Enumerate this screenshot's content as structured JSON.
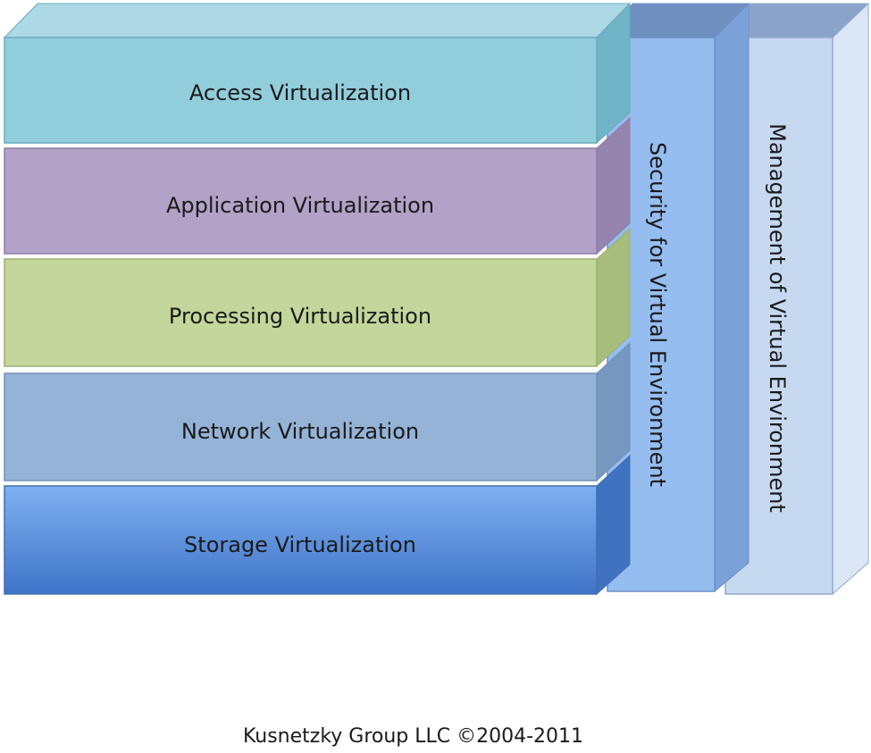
{
  "diagram": {
    "layers": [
      {
        "label": "Access Virtualization",
        "face": "#92cddc",
        "top": "#acd9e5",
        "side": "#6fb4c7",
        "stroke": "#6aa8bb"
      },
      {
        "label": "Application Virtualization",
        "face": "#b2a2c7",
        "top": "#c6b9d8",
        "side": "#9584ad",
        "stroke": "#8d7ea8"
      },
      {
        "label": "Processing Virtualization",
        "face": "#c3d69b",
        "top": "#d3e2b4",
        "side": "#a7bd7b",
        "stroke": "#9cb070"
      },
      {
        "label": "Network Virtualization",
        "face": "#95b3d7",
        "top": "#b0c7e2",
        "side": "#7597c0",
        "stroke": "#7091b8"
      },
      {
        "label": "Storage Virtualization",
        "face": "#5b8fd8",
        "top": "#8db4ec",
        "side": "#3f72bf",
        "stroke": "#3f6fb4"
      }
    ],
    "security": {
      "label": "Security for Virtual Environment",
      "face": "#96bdf0",
      "top": "#6f8fc0",
      "side": "#7aa2d8",
      "stroke": "#6d8fc4"
    },
    "management": {
      "label": "Management of Virtual Environment",
      "face": "#c6d9f1",
      "top": "#8aa4c9",
      "side": "#dbe7f7",
      "stroke": "#8fa9cd"
    }
  },
  "footer": {
    "copyright": "Kusnetzky Group LLC ©2004-2011"
  }
}
